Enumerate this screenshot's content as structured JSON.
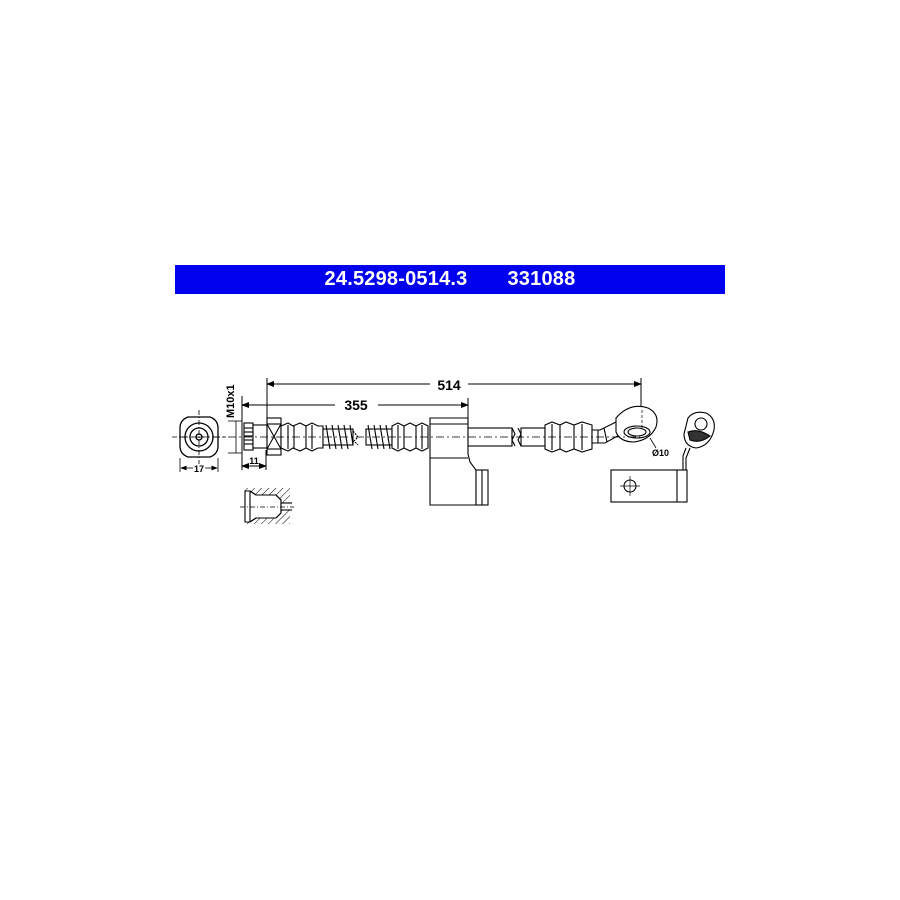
{
  "header": {
    "part_number": "24.5298-0514.3",
    "reference_number": "331088",
    "background_color": "#0000ee",
    "text_color": "#ffffff"
  },
  "dimensions": {
    "overall_length": "514",
    "partial_length": "355",
    "thread": "M10x1",
    "fitting_length": "11",
    "hex_width": "17",
    "eye_diameter": "Ø10"
  }
}
